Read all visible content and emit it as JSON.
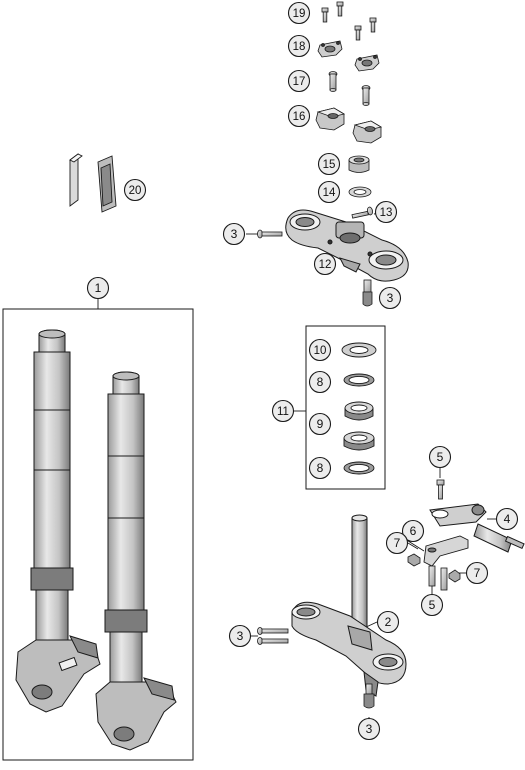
{
  "callouts": [
    {
      "id": "c19",
      "label": "19"
    },
    {
      "id": "c18",
      "label": "18"
    },
    {
      "id": "c17",
      "label": "17"
    },
    {
      "id": "c16",
      "label": "16"
    },
    {
      "id": "c15",
      "label": "15"
    },
    {
      "id": "c14",
      "label": "14"
    },
    {
      "id": "c13",
      "label": "13"
    },
    {
      "id": "c3a",
      "label": "3"
    },
    {
      "id": "c12",
      "label": "12"
    },
    {
      "id": "c3b",
      "label": "3"
    },
    {
      "id": "c20",
      "label": "20"
    },
    {
      "id": "c1",
      "label": "1"
    },
    {
      "id": "c10",
      "label": "10"
    },
    {
      "id": "c8a",
      "label": "8"
    },
    {
      "id": "c11",
      "label": "11"
    },
    {
      "id": "c9",
      "label": "9"
    },
    {
      "id": "c8b",
      "label": "8"
    },
    {
      "id": "c5a",
      "label": "5"
    },
    {
      "id": "c4",
      "label": "4"
    },
    {
      "id": "c6",
      "label": "6"
    },
    {
      "id": "c7a",
      "label": "7"
    },
    {
      "id": "c7b",
      "label": "7"
    },
    {
      "id": "c5b",
      "label": "5"
    },
    {
      "id": "c2",
      "label": "2"
    },
    {
      "id": "c3c",
      "label": "3"
    },
    {
      "id": "c3d",
      "label": "3"
    }
  ],
  "colors": {
    "line": "#1a1a1a",
    "part_fill": "#d9d9d9",
    "part_dark": "#8c8c8c",
    "callout_fill": "#ececec"
  }
}
